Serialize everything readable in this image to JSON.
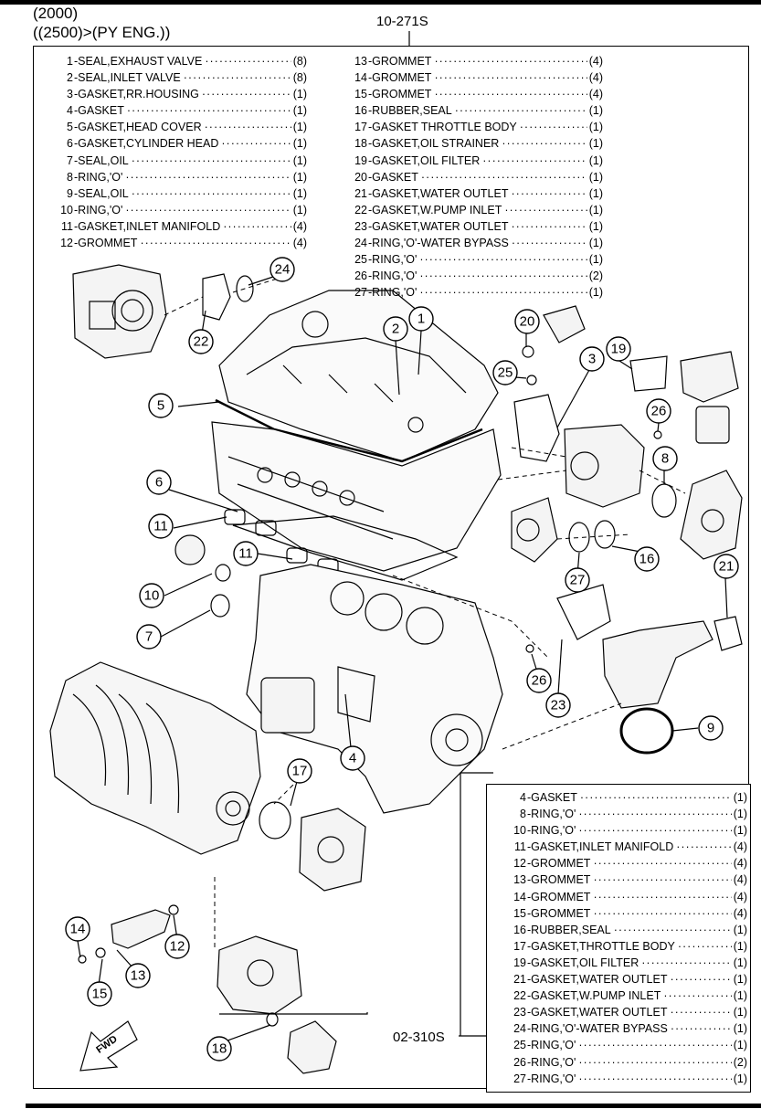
{
  "header": {
    "line1": "(2000)",
    "line2": "((2500)>(PY ENG.))",
    "part_number_main": "10-271S",
    "part_number_sub": "02-310S"
  },
  "parts_list_left": [
    {
      "no": "1",
      "name": "-SEAL,EXHAUST VALVE",
      "qty": "(8)"
    },
    {
      "no": "2",
      "name": "-SEAL,INLET VALVE",
      "qty": "(8)"
    },
    {
      "no": "3",
      "name": "-GASKET,RR.HOUSING",
      "qty": "(1)"
    },
    {
      "no": "4",
      "name": "-GASKET",
      "qty": "(1)"
    },
    {
      "no": "5",
      "name": "-GASKET,HEAD COVER",
      "qty": "(1)"
    },
    {
      "no": "6",
      "name": "-GASKET,CYLINDER HEAD",
      "qty": "(1)"
    },
    {
      "no": "7",
      "name": "-SEAL,OIL",
      "qty": "(1)"
    },
    {
      "no": "8",
      "name": "-RING,'O'",
      "qty": "(1)"
    },
    {
      "no": "9",
      "name": "-SEAL,OIL",
      "qty": "(1)"
    },
    {
      "no": "10",
      "name": "-RING,'O'",
      "qty": "(1)"
    },
    {
      "no": "11",
      "name": "-GASKET,INLET MANIFOLD",
      "qty": "(4)"
    },
    {
      "no": "12",
      "name": "-GROMMET",
      "qty": "(4)"
    }
  ],
  "parts_list_right": [
    {
      "no": "13",
      "name": "-GROMMET",
      "qty": "(4)"
    },
    {
      "no": "14",
      "name": "-GROMMET",
      "qty": "(4)"
    },
    {
      "no": "15",
      "name": "-GROMMET",
      "qty": "(4)"
    },
    {
      "no": "16",
      "name": "-RUBBER,SEAL",
      "qty": "(1)"
    },
    {
      "no": "17",
      "name": "-GASKET THROTTLE BODY",
      "qty": "(1)"
    },
    {
      "no": "18",
      "name": "-GASKET,OIL STRAINER",
      "qty": "(1)"
    },
    {
      "no": "19",
      "name": "-GASKET,OIL   FILTER",
      "qty": "(1)"
    },
    {
      "no": "20",
      "name": "-GASKET",
      "qty": "(1)"
    },
    {
      "no": "21",
      "name": "-GASKET,WATER OUTLET",
      "qty": "(1)"
    },
    {
      "no": "22",
      "name": "-GASKET,W.PUMP INLET",
      "qty": "(1)"
    },
    {
      "no": "23",
      "name": "-GASKET,WATER OUTLET",
      "qty": "(1)"
    },
    {
      "no": "24",
      "name": "-RING,'O'-WATER BYPASS",
      "qty": "(1)"
    },
    {
      "no": "25",
      "name": "-RING,'O'",
      "qty": "(1)"
    },
    {
      "no": "26",
      "name": "-RING,'O'",
      "qty": "(2)"
    },
    {
      "no": "27",
      "name": "-RING,'O'",
      "qty": "(1)"
    }
  ],
  "parts_list_sub": [
    {
      "no": "4",
      "name": "-GASKET",
      "qty": "(1)"
    },
    {
      "no": "8",
      "name": "-RING,'O'",
      "qty": "(1)"
    },
    {
      "no": "10",
      "name": "-RING,'O'",
      "qty": "(1)"
    },
    {
      "no": "11",
      "name": "-GASKET,INLET MANIFOLD",
      "qty": "(4)"
    },
    {
      "no": "12",
      "name": "-GROMMET",
      "qty": "(4)"
    },
    {
      "no": "13",
      "name": "-GROMMET",
      "qty": "(4)"
    },
    {
      "no": "14",
      "name": "-GROMMET",
      "qty": "(4)"
    },
    {
      "no": "15",
      "name": "-GROMMET",
      "qty": "(4)"
    },
    {
      "no": "16",
      "name": "-RUBBER,SEAL",
      "qty": "(1)"
    },
    {
      "no": "17",
      "name": "-GASKET,THROTTLE BODY",
      "qty": "(1)"
    },
    {
      "no": "19",
      "name": "-GASKET,OIL   FILTER",
      "qty": "(1)"
    },
    {
      "no": "21",
      "name": "-GASKET,WATER OUTLET",
      "qty": "(1)"
    },
    {
      "no": "22",
      "name": "-GASKET,W.PUMP INLET",
      "qty": "(1)"
    },
    {
      "no": "23",
      "name": "-GASKET,WATER OUTLET",
      "qty": "(1)"
    },
    {
      "no": "24",
      "name": "-RING,'O'-WATER BYPASS",
      "qty": "(1)"
    },
    {
      "no": "25",
      "name": "-RING,'O'",
      "qty": "(1)"
    },
    {
      "no": "26",
      "name": "-RING,'O'",
      "qty": "(2)"
    },
    {
      "no": "27",
      "name": "-RING,'O'",
      "qty": "(1)"
    }
  ],
  "callouts": [
    "1",
    "2",
    "3",
    "4",
    "5",
    "6",
    "7",
    "8",
    "9",
    "10",
    "11",
    "11",
    "12",
    "13",
    "14",
    "15",
    "16",
    "17",
    "18",
    "19",
    "20",
    "21",
    "22",
    "23",
    "24",
    "25",
    "26",
    "26",
    "27"
  ],
  "fwd_label": "FWD"
}
